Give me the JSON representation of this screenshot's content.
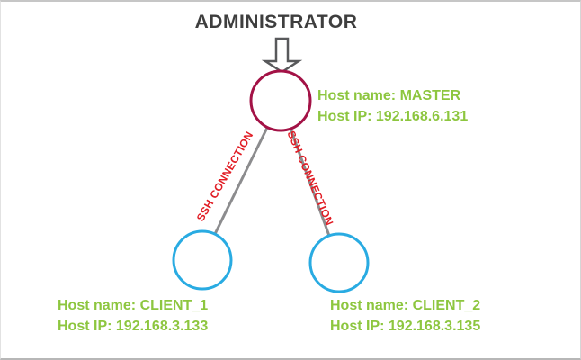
{
  "diagram": {
    "title": "ADMINISTRATOR",
    "master": {
      "name_line": "Host name: MASTER",
      "ip_line": "Host IP: 192.168.6.131"
    },
    "clients": [
      {
        "name_line": "Host name: CLIENT_1",
        "ip_line": "Host IP: 192.168.3.133"
      },
      {
        "name_line": "Host name: CLIENT_2",
        "ip_line": "Host IP: 192.168.3.135"
      }
    ],
    "connections": [
      {
        "label": "SSH CONNECTION"
      },
      {
        "label": "SSH CONNECTION"
      }
    ],
    "icons": {
      "administrator_arrow": "down-arrow-icon"
    }
  },
  "colors": {
    "title_text": "#3e3e3e",
    "host_text": "#8dc63f",
    "ssh_label": "#e11d25",
    "master_circle": "#a31246",
    "client_circle": "#29abe2",
    "connection_line": "#8c8c8e",
    "arrow_outline": "#58595b"
  }
}
